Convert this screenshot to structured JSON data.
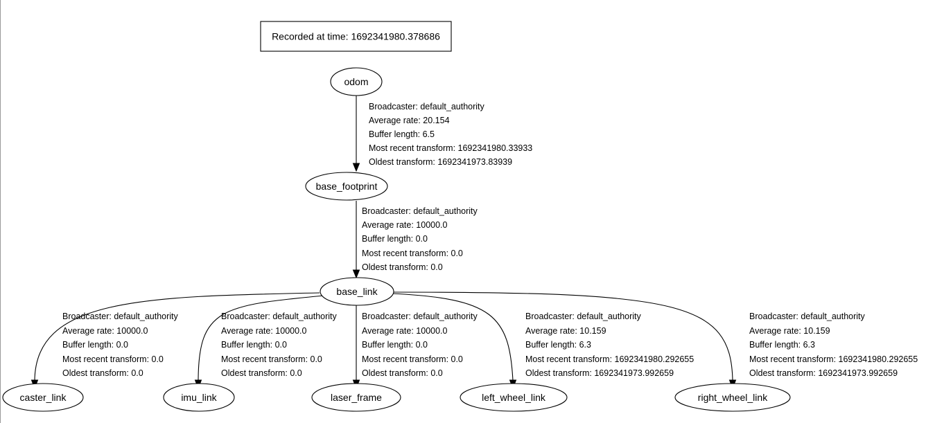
{
  "header": {
    "title": "Recorded at time: 1692341980.378686"
  },
  "nodes": {
    "odom": "odom",
    "base_footprint": "base_footprint",
    "base_link": "base_link",
    "caster_link": "caster_link",
    "imu_link": "imu_link",
    "laser_frame": "laser_frame",
    "left_wheel_link": "left_wheel_link",
    "right_wheel_link": "right_wheel_link"
  },
  "edges": {
    "odom_to_base_footprint": [
      "Broadcaster: default_authority",
      "Average rate: 20.154",
      "Buffer length: 6.5",
      "Most recent transform: 1692341980.33933",
      "Oldest transform: 1692341973.83939"
    ],
    "base_footprint_to_base_link": [
      "Broadcaster: default_authority",
      "Average rate: 10000.0",
      "Buffer length: 0.0",
      "Most recent transform: 0.0",
      "Oldest transform: 0.0"
    ],
    "base_link_to_caster_link": [
      "Broadcaster: default_authority",
      "Average rate: 10000.0",
      "Buffer length: 0.0",
      "Most recent transform: 0.0",
      "Oldest transform: 0.0"
    ],
    "base_link_to_imu_link": [
      "Broadcaster: default_authority",
      "Average rate: 10000.0",
      "Buffer length: 0.0",
      "Most recent transform: 0.0",
      "Oldest transform: 0.0"
    ],
    "base_link_to_laser_frame": [
      "Broadcaster: default_authority",
      "Average rate: 10000.0",
      "Buffer length: 0.0",
      "Most recent transform: 0.0",
      "Oldest transform: 0.0"
    ],
    "base_link_to_left_wheel_link": [
      "Broadcaster: default_authority",
      "Average rate: 10.159",
      "Buffer length: 6.3",
      "Most recent transform: 1692341980.292655",
      "Oldest transform: 1692341973.992659"
    ],
    "base_link_to_right_wheel_link": [
      "Broadcaster: default_authority",
      "Average rate: 10.159",
      "Buffer length: 6.3",
      "Most recent transform: 1692341980.292655",
      "Oldest transform: 1692341973.992659"
    ]
  }
}
